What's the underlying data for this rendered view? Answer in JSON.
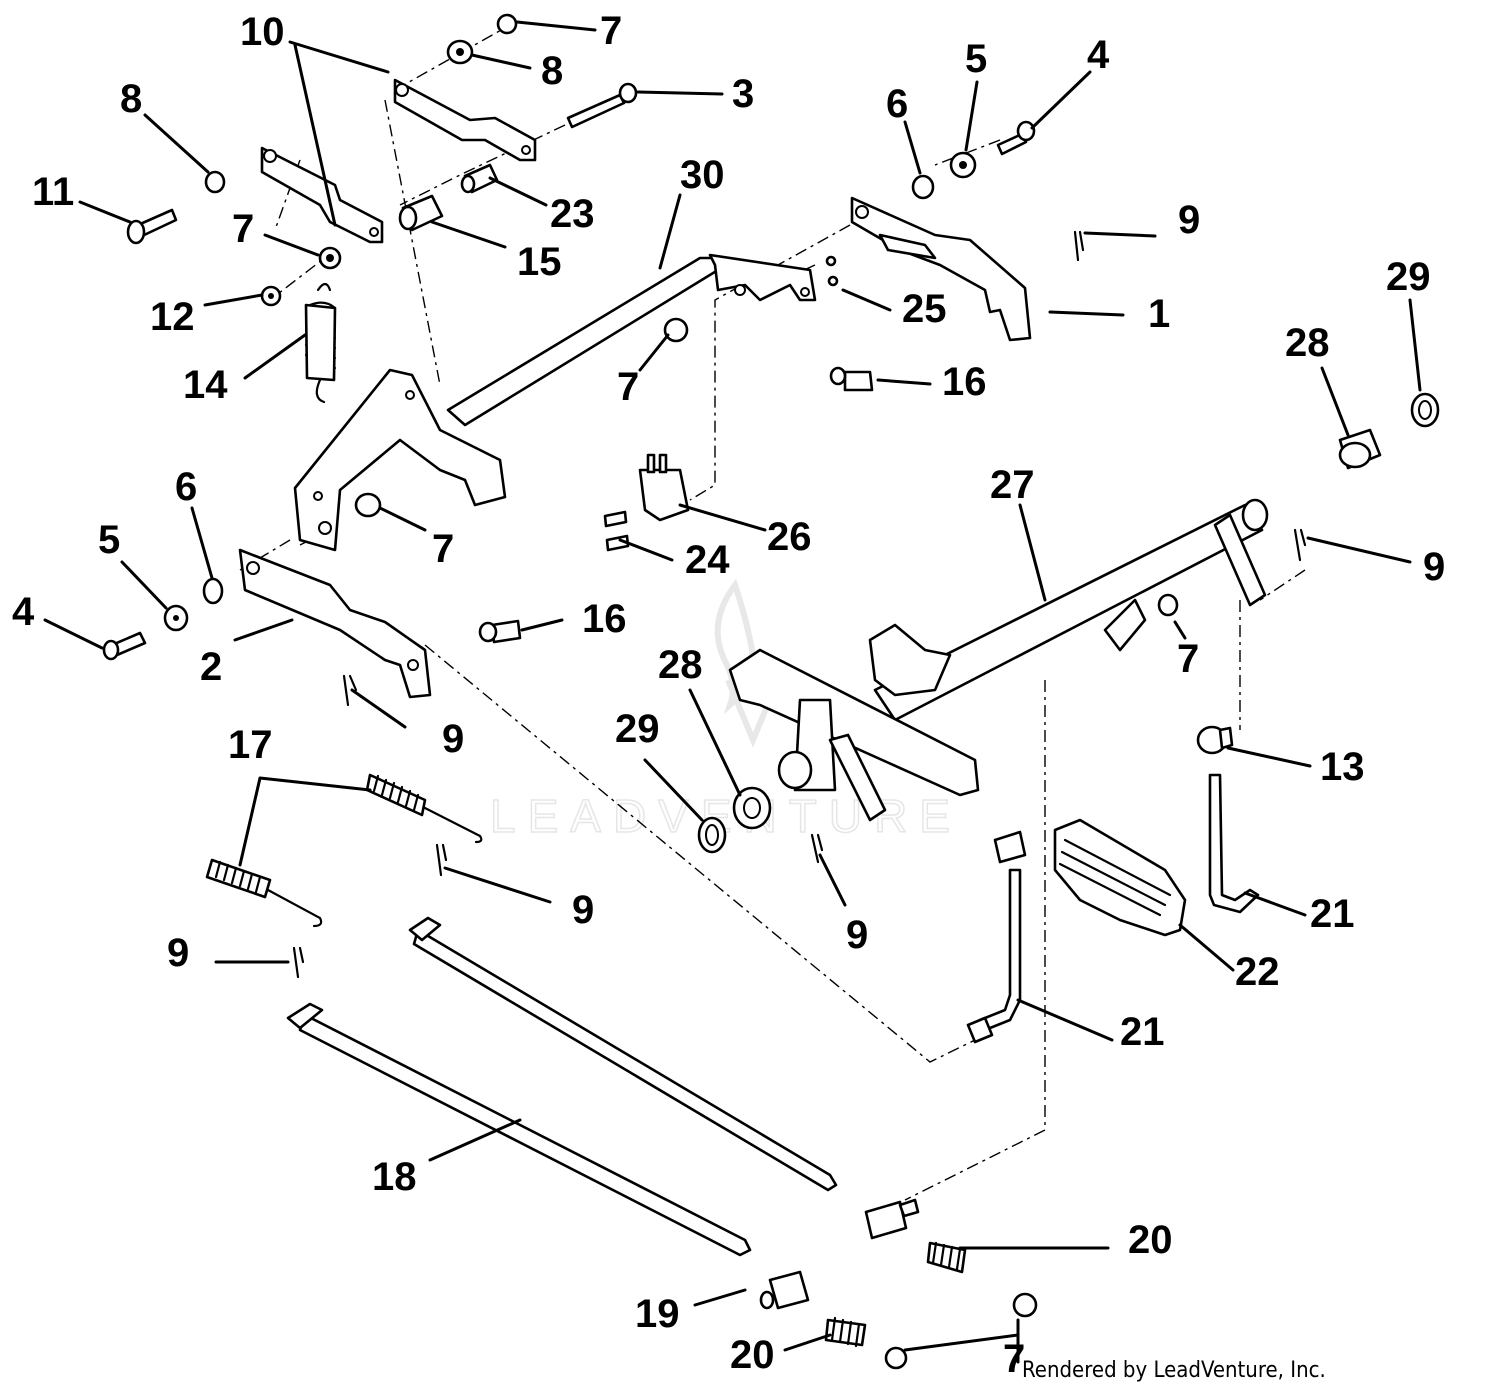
{
  "diagram": {
    "callouts": [
      {
        "id": "c10",
        "text": "10"
      },
      {
        "id": "c7a",
        "text": "7"
      },
      {
        "id": "c8a",
        "text": "8"
      },
      {
        "id": "c3",
        "text": "3"
      },
      {
        "id": "c5a",
        "text": "5"
      },
      {
        "id": "c4a",
        "text": "4"
      },
      {
        "id": "c8b",
        "text": "8"
      },
      {
        "id": "c6a",
        "text": "6"
      },
      {
        "id": "c30",
        "text": "30"
      },
      {
        "id": "c11",
        "text": "11"
      },
      {
        "id": "c23",
        "text": "23"
      },
      {
        "id": "c9a",
        "text": "9"
      },
      {
        "id": "c7b",
        "text": "7"
      },
      {
        "id": "c15",
        "text": "15"
      },
      {
        "id": "c29a",
        "text": "29"
      },
      {
        "id": "c25",
        "text": "25"
      },
      {
        "id": "c1",
        "text": "1"
      },
      {
        "id": "c12",
        "text": "12"
      },
      {
        "id": "c28a",
        "text": "28"
      },
      {
        "id": "c7c",
        "text": "7"
      },
      {
        "id": "c16a",
        "text": "16"
      },
      {
        "id": "c14",
        "text": "14"
      },
      {
        "id": "c27",
        "text": "27"
      },
      {
        "id": "c6b",
        "text": "6"
      },
      {
        "id": "c26",
        "text": "26"
      },
      {
        "id": "c7d",
        "text": "7"
      },
      {
        "id": "c5b",
        "text": "5"
      },
      {
        "id": "c24",
        "text": "24"
      },
      {
        "id": "c9b",
        "text": "9"
      },
      {
        "id": "c4b",
        "text": "4"
      },
      {
        "id": "c16b",
        "text": "16"
      },
      {
        "id": "c2",
        "text": "2"
      },
      {
        "id": "c28b",
        "text": "28"
      },
      {
        "id": "c7e",
        "text": "7"
      },
      {
        "id": "c9c",
        "text": "9"
      },
      {
        "id": "c29b",
        "text": "29"
      },
      {
        "id": "c17",
        "text": "17"
      },
      {
        "id": "c13",
        "text": "13"
      },
      {
        "id": "c9d",
        "text": "9"
      },
      {
        "id": "c9e",
        "text": "9"
      },
      {
        "id": "c21a",
        "text": "21"
      },
      {
        "id": "c9f",
        "text": "9"
      },
      {
        "id": "c22",
        "text": "22"
      },
      {
        "id": "c21b",
        "text": "21"
      },
      {
        "id": "c18",
        "text": "18"
      },
      {
        "id": "c20a",
        "text": "20"
      },
      {
        "id": "c19",
        "text": "19"
      },
      {
        "id": "c20b",
        "text": "20"
      },
      {
        "id": "c7f",
        "text": "7"
      }
    ],
    "watermark": "LEADVENTURE",
    "footer": "Rendered by LeadVenture, Inc."
  }
}
